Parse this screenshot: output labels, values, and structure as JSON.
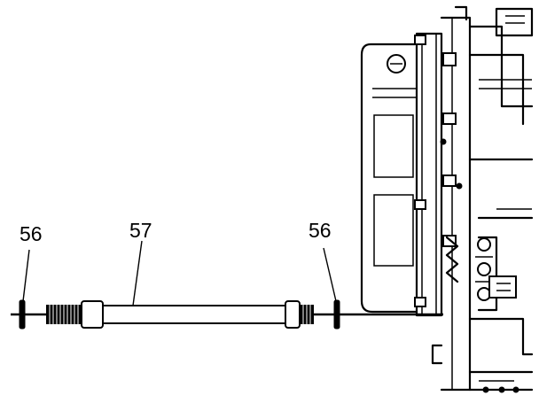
{
  "callouts": {
    "left_ring": "56",
    "tube": "57",
    "right_ring": "56"
  }
}
